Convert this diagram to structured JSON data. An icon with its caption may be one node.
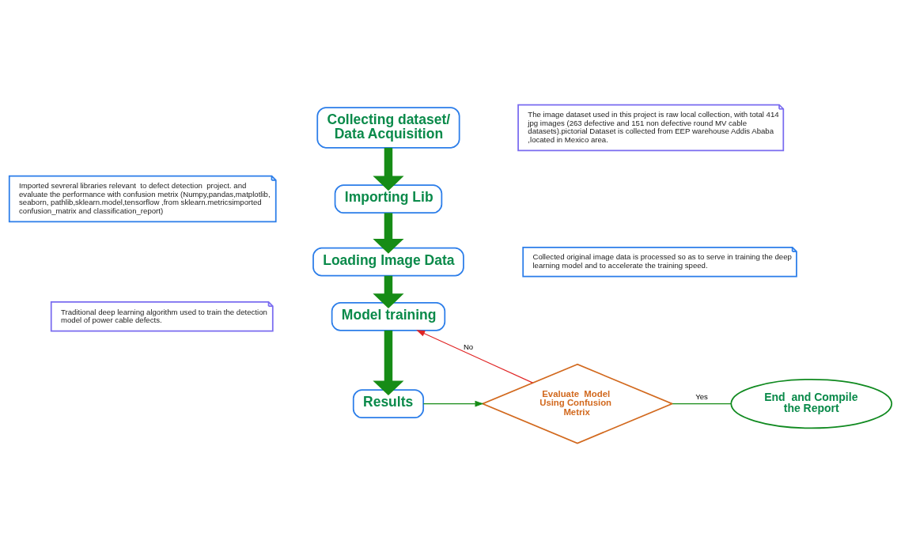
{
  "diagram": {
    "nodes": [
      {
        "text": [
          "Collecting dataset/ Data Acquisition"
        ]
      },
      {
        "text": [
          "The image dataset used in this project is raw local collection, with total 414 jpg images (263 defective and 151 non defective round MV cable datasets).pictorial Dataset is collected from EEP warehouse Addis Ababa ,located in Mexico area."
        ]
      },
      {
        "text": [
          "Imported sevreral libraries relevant  to defect detection  project. and evaluate the performance with confusion metrix (Numpy,pandas,matplotlib, seaborn, pathlib,sklearn.model,tensorflow ,from sklearn.metricsimported confusion_matrix and classification_report)"
        ]
      },
      {
        "text": [
          "Importing Lib"
        ]
      },
      {
        "text": [
          "Loading Image Data"
        ]
      },
      {
        "text": [
          "Collected original image data is processed so as to serve in training the deep learning model and to accelerate the training speed."
        ]
      },
      {
        "text": [
          "Traditional deep learning algorithm used to train the detection model of power cable defects."
        ]
      },
      {
        "text": [
          "Model training"
        ]
      },
      {
        "text": [
          "Results"
        ]
      },
      {
        "text": [
          "Evaluate  Model Using Confusion Metrix"
        ]
      },
      {
        "text": [
          "End  and Compile the Report"
        ]
      }
    ],
    "edges": [
      {
        "from": 0,
        "to": 3,
        "arrow": "to"
      },
      {
        "from": 3,
        "to": 4,
        "arrow": "to"
      },
      {
        "from": 4,
        "to": 7,
        "arrow": "to"
      },
      {
        "from": 7,
        "to": 8,
        "arrow": "to"
      },
      {
        "from": 8,
        "to": 9,
        "arrow": "to"
      },
      {
        "from": 9,
        "to": 7,
        "arrow": "to",
        "label": "No",
        "color": "#e02424"
      },
      {
        "from": 9,
        "to": 10,
        "arrow": "none",
        "label": "Yes"
      }
    ]
  }
}
